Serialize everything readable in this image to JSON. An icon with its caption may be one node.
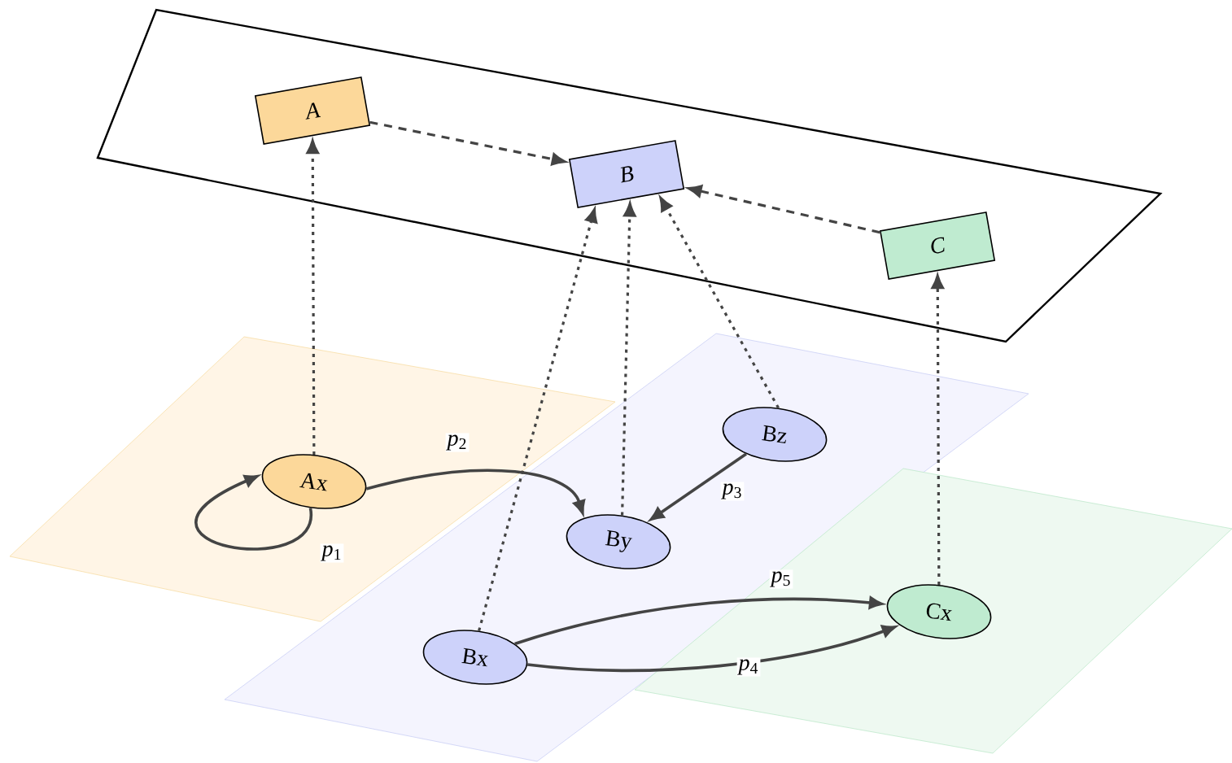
{
  "diagram": {
    "nodes": [
      {
        "text": [],
        "shape": "parallelogram"
      },
      {
        "text": [
          "A"
        ],
        "in": 0
      },
      {
        "text": [
          "B"
        ],
        "in": 0
      },
      {
        "text": [
          "C"
        ],
        "in": 0
      },
      {
        "text": [],
        "shape": "parallelogram"
      },
      {
        "text": [
          "Ax"
        ],
        "in": 4
      },
      {
        "text": [],
        "shape": "parallelogram"
      },
      {
        "text": [
          "Bz"
        ],
        "in": 6
      },
      {
        "text": [
          "By"
        ],
        "in": 6
      },
      {
        "text": [
          "Bx"
        ],
        "in": 6
      },
      {
        "text": [],
        "shape": "parallelogram"
      },
      {
        "text": [
          "Cx"
        ],
        "in": 10
      }
    ],
    "edges": [
      {
        "from": 1,
        "to": 2,
        "arrow": "to",
        "style": "dashed"
      },
      {
        "from": 3,
        "to": 2,
        "arrow": "to",
        "style": "dashed"
      },
      {
        "from": 5,
        "to": 1,
        "arrow": "to",
        "style": "dashed"
      },
      {
        "from": 9,
        "to": 2,
        "arrow": "to",
        "style": "dashed"
      },
      {
        "from": 8,
        "to": 2,
        "arrow": "to",
        "style": "dashed"
      },
      {
        "from": 7,
        "to": 2,
        "arrow": "to",
        "style": "dashed"
      },
      {
        "from": 11,
        "to": 3,
        "arrow": "to",
        "style": "dashed"
      },
      {
        "from": 5,
        "to": 5,
        "arrow": "to",
        "label": "*p*$_{1}$"
      },
      {
        "from": 5,
        "to": 8,
        "arrow": "to",
        "label": "*p*$_{2}$"
      },
      {
        "from": 7,
        "to": 8,
        "arrow": "to",
        "label": "*p*$_{3}$"
      },
      {
        "from": 9,
        "to": 11,
        "arrow": "to",
        "label": "*p*$_{5}$"
      },
      {
        "from": 9,
        "to": 11,
        "arrow": "to",
        "label": "*p*$_{4}$"
      }
    ]
  }
}
